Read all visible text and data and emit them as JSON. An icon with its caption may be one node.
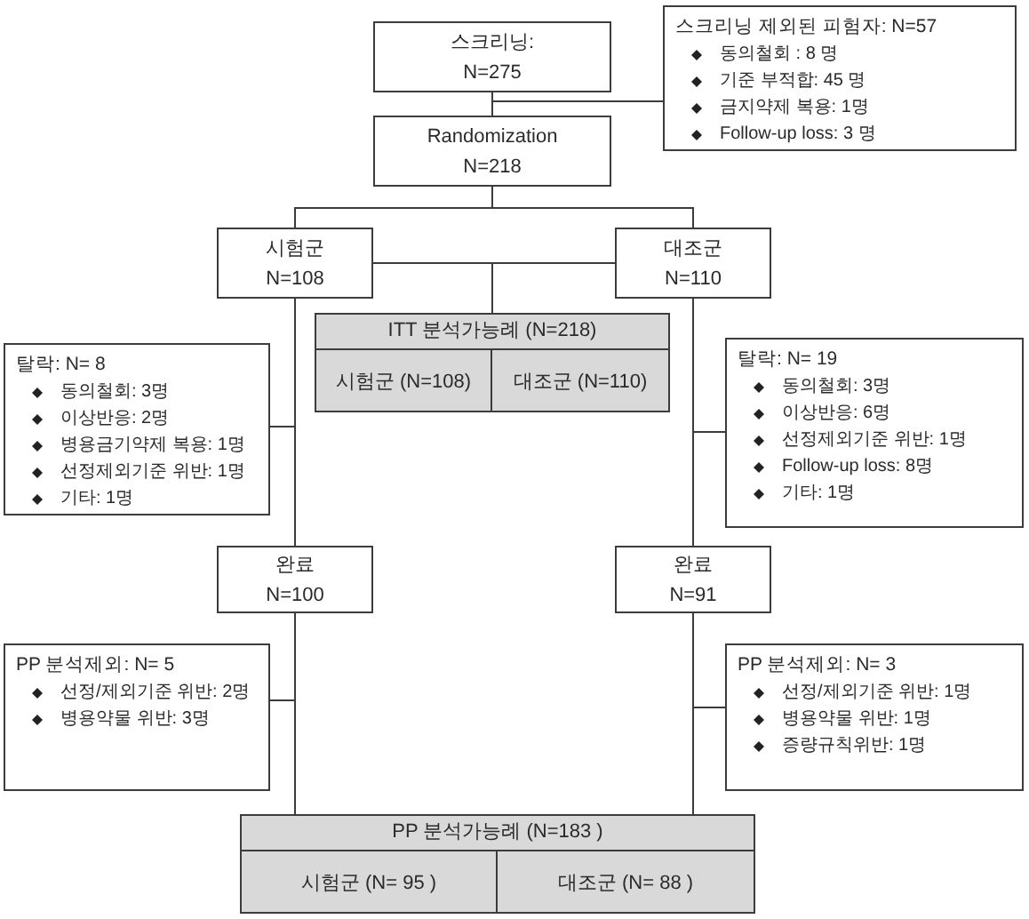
{
  "diagram": {
    "nodes": [
      {
        "text": [
          "스크리닝:",
          "N=275"
        ]
      },
      {
        "text": [
          "스크리닝 제외된 피험자: N=57",
          "동의철회 : 8 명",
          "기준 부적합: 45 명",
          "금지약제 복용: 1명",
          "Follow-up loss: 3 명"
        ]
      },
      {
        "text": [
          "Randomization",
          "N=218"
        ]
      },
      {
        "text": [
          "시험군",
          "N=108"
        ]
      },
      {
        "text": [
          "대조군",
          "N=110"
        ]
      },
      {
        "text": [
          "ITT 분석가능례 (N=218)"
        ]
      },
      {
        "text": [
          "시험군 (N=108)"
        ],
        "in": 5
      },
      {
        "text": [
          "대조군 (N=110)"
        ],
        "in": 5
      },
      {
        "text": [
          "탈락: N= 8",
          "동의철회: 3명",
          "이상반응: 2명",
          "병용금기약제 복용: 1명",
          "선정제외기준 위반: 1명",
          "기타: 1명"
        ]
      },
      {
        "text": [
          "탈락: N= 19",
          "동의철회: 3명",
          "이상반응: 6명",
          "선정제외기준 위반: 1명",
          "Follow-up loss: 8명",
          "기타: 1명"
        ]
      },
      {
        "text": [
          "완료",
          "N=100"
        ]
      },
      {
        "text": [
          "완료",
          "N=91"
        ]
      },
      {
        "text": [
          "PP 분석제외: N= 5",
          "선정/제외기준 위반: 2명",
          "병용약물 위반: 3명"
        ]
      },
      {
        "text": [
          "PP 분석제외: N= 3",
          "선정/제외기준 위반: 1명",
          "병용약물 위반: 1명",
          "증량규칙위반: 1명"
        ]
      },
      {
        "text": [
          "PP 분석가능례 (N=183 )"
        ]
      },
      {
        "text": [
          "시험군 (N= 95 )"
        ],
        "in": 14
      },
      {
        "text": [
          "대조군 (N= 88 )"
        ],
        "in": 14
      }
    ],
    "edges": [
      {
        "from": 0,
        "to": 2,
        "arrow": "none"
      },
      {
        "from": 0,
        "to": 1,
        "arrow": "none"
      },
      {
        "from": 2,
        "to": 3,
        "arrow": "none"
      },
      {
        "from": 2,
        "to": 4,
        "arrow": "none"
      },
      {
        "from": 3,
        "to": 5,
        "arrow": "none"
      },
      {
        "from": 4,
        "to": 5,
        "arrow": "none"
      },
      {
        "from": 3,
        "to": 10,
        "arrow": "none"
      },
      {
        "from": 3,
        "to": 8,
        "arrow": "none"
      },
      {
        "from": 4,
        "to": 11,
        "arrow": "none"
      },
      {
        "from": 4,
        "to": 9,
        "arrow": "none"
      },
      {
        "from": 10,
        "to": 14,
        "arrow": "none"
      },
      {
        "from": 10,
        "to": 12,
        "arrow": "none"
      },
      {
        "from": 11,
        "to": 14,
        "arrow": "none"
      },
      {
        "from": 11,
        "to": 13,
        "arrow": "none"
      }
    ]
  }
}
